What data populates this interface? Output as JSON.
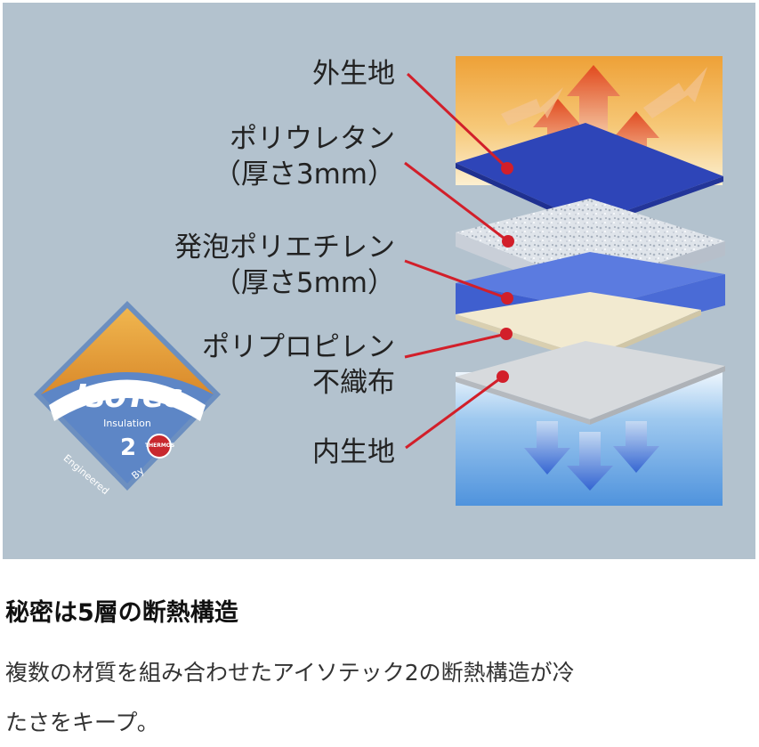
{
  "layers": [
    {
      "id": "outer",
      "lines": [
        "外生地"
      ]
    },
    {
      "id": "pu",
      "lines": [
        "ポリウレタン",
        "（厚さ3mm）"
      ]
    },
    {
      "id": "pe",
      "lines": [
        "発泡ポリエチレン",
        "（厚さ5mm）"
      ]
    },
    {
      "id": "pp",
      "lines": [
        "ポリプロピレン",
        "不織布"
      ]
    },
    {
      "id": "inner",
      "lines": [
        "内生地"
      ]
    }
  ],
  "badge": {
    "brand": "IsoTec",
    "sub": "Insulation",
    "number": "2",
    "engineered": "Engineered",
    "by": "By",
    "maker": "THERMOS"
  },
  "colors": {
    "panel_bg": "#b3c2ce",
    "leader_line": "#d21f2a",
    "warm_top": "#f0a53a",
    "warm_bottom": "#fbeecd",
    "cool": "#5a9be0",
    "fabric_blue": "#2e45b8",
    "foam_blue": "#4b6fd6",
    "nonwoven": "#f2ead0"
  },
  "caption": {
    "heading": "秘密は5層の断熱構造",
    "body_line1": "複数の材質を組み合わせたアイソテック2の断熱構造が冷",
    "body_line2": "たさをキープ。"
  }
}
